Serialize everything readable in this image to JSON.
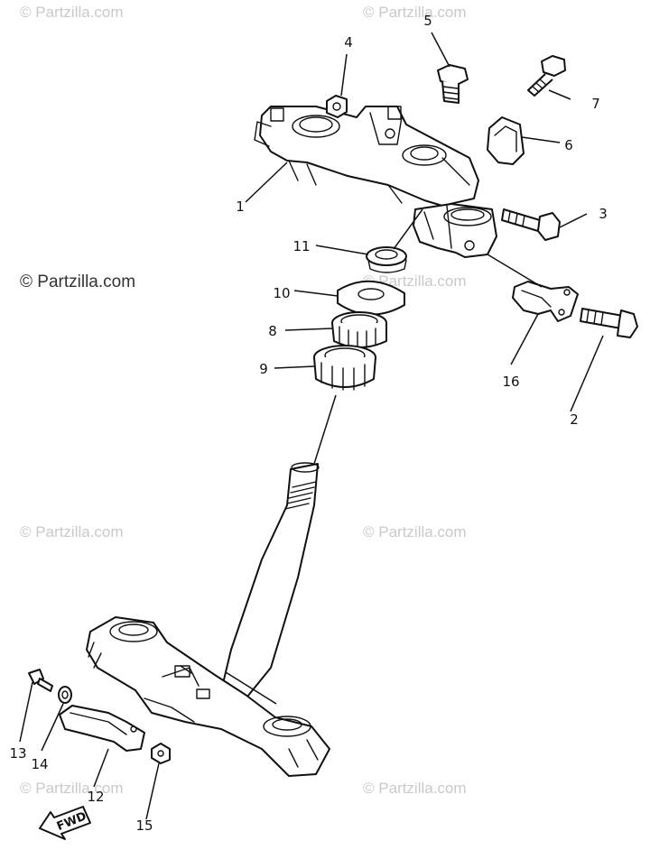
{
  "watermark": {
    "text": "© Partzilla.com",
    "primary_text": "© Partzilla.com"
  },
  "callouts": {
    "c1": "1",
    "c2": "2",
    "c3": "3",
    "c4": "4",
    "c5": "5",
    "c6": "6",
    "c7": "7",
    "c8": "8",
    "c9": "9",
    "c10": "10",
    "c11": "11",
    "c12": "12",
    "c13": "13",
    "c14": "14",
    "c15": "15",
    "c16": "16"
  },
  "arrow_label": "FWD",
  "colors": {
    "ink": "#111111",
    "watermark": "#c9c9c9"
  }
}
